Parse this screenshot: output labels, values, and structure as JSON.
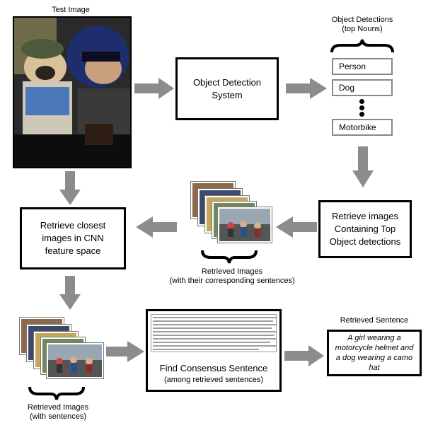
{
  "test_image": {
    "label": "Test Image"
  },
  "detector": {
    "title": "Object Detection System"
  },
  "detections": {
    "header_line1": "Object Detections",
    "header_line2": "(top Nouns)",
    "items": [
      "Person",
      "Dog",
      "Motorbike"
    ]
  },
  "retrieve_by_objects": {
    "title": "Retrieve images Containing Top Object detections"
  },
  "retrieved_images_top": {
    "label_line1": "Retrieved Images",
    "label_line2": "(with their corresponding sentences)"
  },
  "retrieve_cnn": {
    "title": "Retrieve closest images in CNN feature space"
  },
  "retrieved_images_bottom": {
    "label_line1": "Retrieved Images",
    "label_line2": "(with sentences)"
  },
  "consensus": {
    "title": "Find Consensus Sentence",
    "subtitle": "(among retrieved sentences)"
  },
  "retrieved_sentence": {
    "label": "Retrieved Sentence",
    "text": "A girl wearing a motorcycle helmet and a dog wearing a camo hat"
  },
  "colors": {
    "arrow": "#8c8c8c",
    "tag_border": "#888888",
    "box_border": "#000000"
  }
}
